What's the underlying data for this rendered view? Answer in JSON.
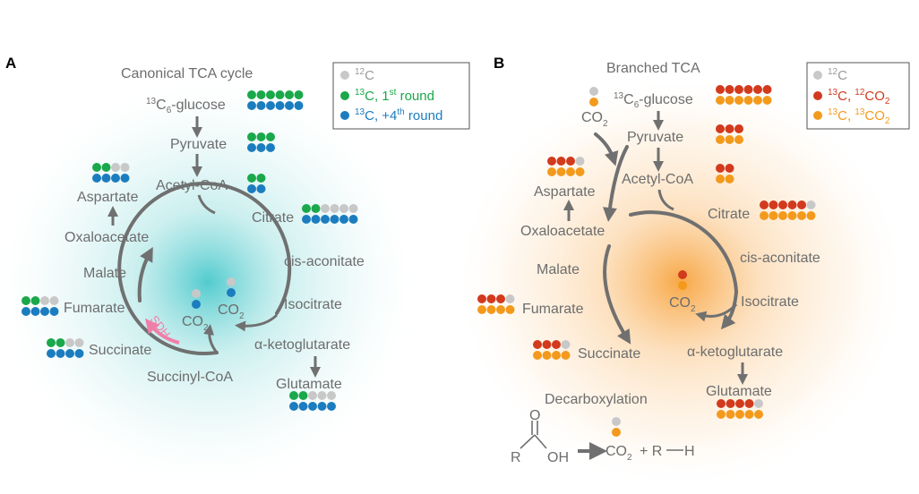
{
  "panels": {
    "a": {
      "letter": "A",
      "title": "Canonical TCA cycle",
      "legend": [
        {
          "mass": "12",
          "atom": "C",
          "text": "",
          "sup": "",
          "tail": "",
          "color": "#c8c8c8",
          "text_color": "#9a9a9a"
        },
        {
          "mass": "13",
          "atom": "C, 1",
          "text": "",
          "sup": "st",
          "tail": " round",
          "color": "#1aa84b",
          "text_color": "#1aa84b"
        },
        {
          "mass": "13",
          "atom": "C, +4",
          "text": "",
          "sup": "th",
          "tail": " round",
          "color": "#1b7dbf",
          "text_color": "#1b7dbf"
        }
      ],
      "metabolites": {
        "glucose_mass": "13",
        "glucose_sub": "6",
        "glucose_pre": "C",
        "glucose_post": "-glucose",
        "pyruvate": "Pyruvate",
        "acetyl_coa": "Acetyl-CoA",
        "aspartate": "Aspartate",
        "oxaloacetate": "Oxaloacetate",
        "citrate": "Citrate",
        "malate": "Malate",
        "cis_aconitate": "cis-aconitate",
        "fumarate": "Fumarate",
        "isocitrate": "Isocitrate",
        "succinate": "Succinate",
        "alpha_kg": "α-ketoglutarate",
        "succinyl_coa": "Succinyl-CoA",
        "glutamate": "Glutamate"
      },
      "enzyme": "SDH",
      "co2_left": {
        "main": "CO",
        "sub": "2"
      },
      "co2_right": {
        "main": "CO",
        "sub": "2"
      }
    },
    "b": {
      "letter": "B",
      "title": "Branched TCA",
      "legend": [
        {
          "mass": "12",
          "atom": "C",
          "sup2": "",
          "tail": "",
          "color": "#c8c8c8",
          "text_color": "#9a9a9a"
        },
        {
          "mass": "13",
          "atom": "C, ",
          "sup2": "12",
          "tail": "CO",
          "sub": "2",
          "color": "#d23a1e",
          "text_color": "#d23a1e"
        },
        {
          "mass": "13",
          "atom": "C, ",
          "sup2": "13",
          "tail": "CO",
          "sub": "2",
          "color": "#f39a1d",
          "text_color": "#f39a1d"
        }
      ],
      "metabolites": {
        "glucose_mass": "13",
        "glucose_sub": "6",
        "glucose_pre": "C",
        "glucose_post": "-glucose",
        "pyruvate": "Pyruvate",
        "acetyl_coa": "Acetyl-CoA",
        "aspartate": "Aspartate",
        "oxaloacetate": "Oxaloacetate",
        "citrate": "Citrate",
        "malate": "Malate",
        "cis_aconitate": "cis-aconitate",
        "fumarate": "Fumarate",
        "isocitrate": "Isocitrate",
        "succinate": "Succinate",
        "alpha_kg": "α-ketoglutarate",
        "glutamate": "Glutamate"
      },
      "co2_top": {
        "main": "CO",
        "sub": "2"
      },
      "co2_center": {
        "main": "CO",
        "sub": "2"
      },
      "decarboxylation": {
        "title": "Decarboxylation",
        "o_label": "O",
        "r_label": "R",
        "oh_label": "OH",
        "co2_main": "CO",
        "co2_sub": "2",
        "plus_product": "+ R",
        "h_label": "H"
      }
    }
  },
  "colors": {
    "unlabeled": "#c8c8c8",
    "green": "#1aa84b",
    "blue": "#1b7dbf",
    "red": "#d23a1e",
    "orange": "#f39a1d",
    "sdh": "#f07fa8",
    "arrow": "#707070",
    "text": "#6d6d6d"
  },
  "isotopologues": {
    "a": {
      "glucose": [
        [
          "green",
          "green",
          "green",
          "green",
          "green",
          "green"
        ],
        [
          "blue",
          "blue",
          "blue",
          "blue",
          "blue",
          "blue"
        ]
      ],
      "pyruvate": [
        [
          "green",
          "green",
          "green"
        ],
        [
          "blue",
          "blue",
          "blue"
        ]
      ],
      "acetyl_coa": [
        [
          "green",
          "green"
        ],
        [
          "blue",
          "blue"
        ]
      ],
      "aspartate": [
        [
          "green",
          "green",
          "unlabeled",
          "unlabeled"
        ],
        [
          "blue",
          "blue",
          "blue",
          "blue"
        ]
      ],
      "citrate": [
        [
          "green",
          "green",
          "unlabeled",
          "unlabeled",
          "unlabeled",
          "unlabeled"
        ],
        [
          "blue",
          "blue",
          "blue",
          "blue",
          "blue",
          "blue"
        ]
      ],
      "fumarate": [
        [
          "green",
          "green",
          "unlabeled",
          "unlabeled"
        ],
        [
          "blue",
          "blue",
          "blue",
          "blue"
        ]
      ],
      "succinate": [
        [
          "green",
          "green",
          "unlabeled",
          "unlabeled"
        ],
        [
          "blue",
          "blue",
          "blue",
          "blue"
        ]
      ],
      "glutamate": [
        [
          "green",
          "green",
          "unlabeled",
          "unlabeled",
          "unlabeled"
        ],
        [
          "blue",
          "blue",
          "blue",
          "blue",
          "blue"
        ]
      ],
      "co2_left": [
        [
          "unlabeled"
        ],
        [
          "blue"
        ]
      ],
      "co2_right": [
        [
          "unlabeled"
        ],
        [
          "blue"
        ]
      ]
    },
    "b": {
      "glucose": [
        [
          "red",
          "red",
          "red",
          "red",
          "red",
          "red"
        ],
        [
          "orange",
          "orange",
          "orange",
          "orange",
          "orange",
          "orange"
        ]
      ],
      "pyruvate": [
        [
          "red",
          "red",
          "red"
        ],
        [
          "orange",
          "orange",
          "orange"
        ]
      ],
      "acetyl_coa": [
        [
          "red",
          "red"
        ],
        [
          "orange",
          "orange"
        ]
      ],
      "aspartate": [
        [
          "red",
          "red",
          "red",
          "unlabeled"
        ],
        [
          "orange",
          "orange",
          "orange",
          "orange"
        ]
      ],
      "citrate": [
        [
          "red",
          "red",
          "red",
          "red",
          "red",
          "unlabeled"
        ],
        [
          "orange",
          "orange",
          "orange",
          "orange",
          "orange",
          "orange"
        ]
      ],
      "fumarate": [
        [
          "red",
          "red",
          "red",
          "unlabeled"
        ],
        [
          "orange",
          "orange",
          "orange",
          "orange"
        ]
      ],
      "succinate": [
        [
          "red",
          "red",
          "red",
          "unlabeled"
        ],
        [
          "orange",
          "orange",
          "orange",
          "orange"
        ]
      ],
      "glutamate": [
        [
          "red",
          "red",
          "red",
          "red",
          "unlabeled"
        ],
        [
          "orange",
          "orange",
          "orange",
          "orange",
          "orange"
        ]
      ],
      "co2_top": [
        [
          "unlabeled"
        ],
        [
          "orange"
        ]
      ],
      "co2_center": [
        [
          "red"
        ],
        [
          "orange"
        ]
      ],
      "co2_decarb": [
        [
          "unlabeled"
        ],
        [
          "orange"
        ]
      ]
    }
  }
}
